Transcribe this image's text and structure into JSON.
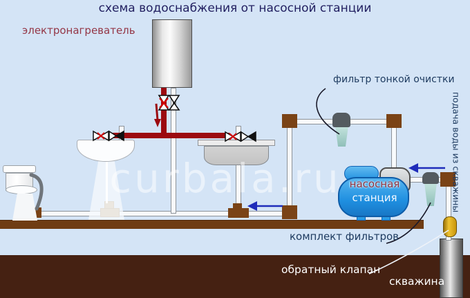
{
  "title": "схема водоснабжения от насосной станции",
  "watermark": "curbala.ru",
  "labels": {
    "heater": "электронагреватель",
    "fine_filter": "фильтр тонкой очистки",
    "pump_line1": "насосная",
    "pump_line2": "станция",
    "filter_set": "комплект фильтров",
    "check_valve": "обратный клапан",
    "well": "скважина",
    "supply_vertical": "подача воды из скважины"
  },
  "colors": {
    "background": "#d4e4f6",
    "ground": "#452112",
    "floor": "#6f3c13",
    "hot_pipe_red": "#9c0a10",
    "arrow_blue": "#1f2cba",
    "pump_tank_blue": "#2a9ce5",
    "filter_teal": "#9fc9c2",
    "check_valve_gold": "#d9a81c",
    "label_navy": "#1d3a5f",
    "label_maroon": "#943646",
    "label_white": "#ffffff"
  }
}
